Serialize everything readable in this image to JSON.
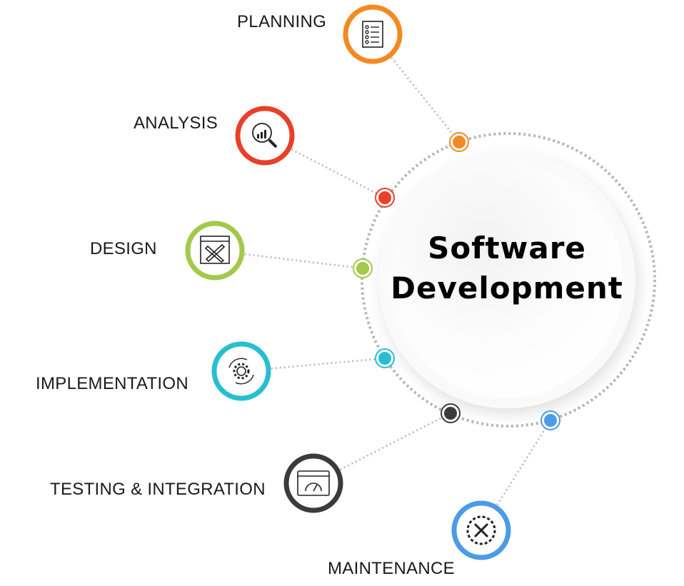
{
  "center": {
    "line1": "Software",
    "line2": "Development"
  },
  "stages": [
    {
      "label": "PLANNING",
      "icon": "checklist-icon",
      "color": "#f28a21"
    },
    {
      "label": "ANALYSIS",
      "icon": "magnifier-chart-icon",
      "color": "#e8402a"
    },
    {
      "label": "DESIGN",
      "icon": "ruler-pencil-icon",
      "color": "#a4c94a"
    },
    {
      "label": "IMPLEMENTATION",
      "icon": "gear-cycle-icon",
      "color": "#27bfd0"
    },
    {
      "label": "TESTING & INTEGRATION",
      "icon": "speedometer-window-icon",
      "color": "#3b3b3b"
    },
    {
      "label": "MAINTENANCE",
      "icon": "wrench-screwdriver-icon",
      "color": "#4b9be6"
    }
  ]
}
